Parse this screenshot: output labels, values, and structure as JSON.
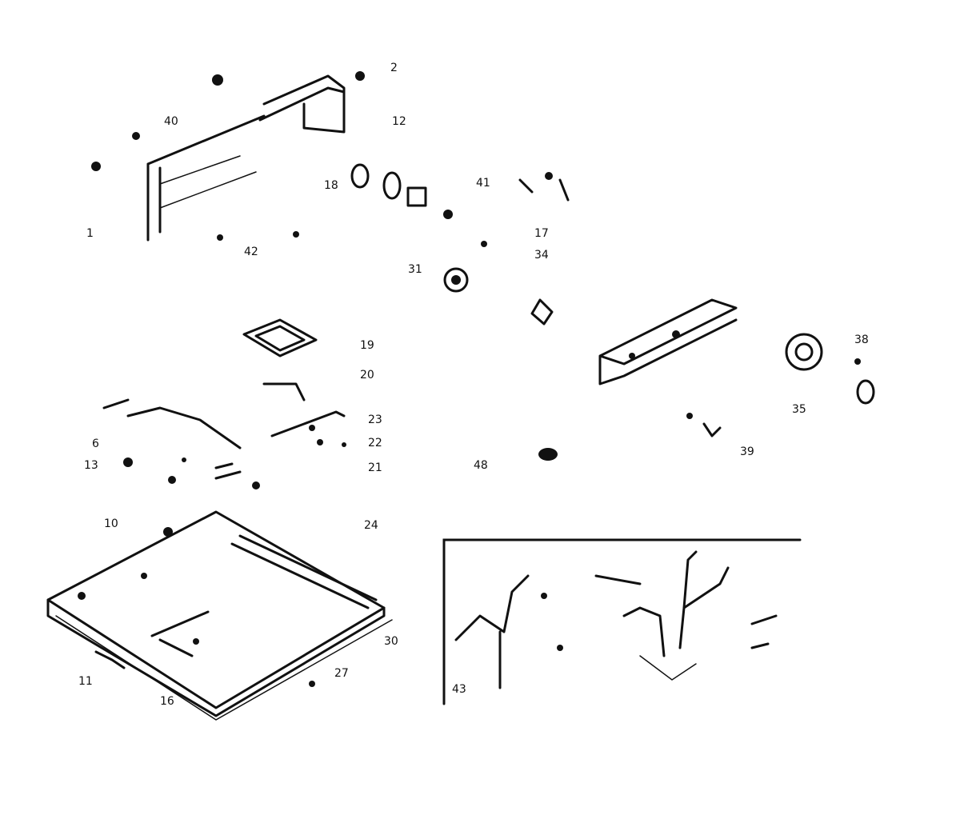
{
  "diagram": {
    "callouts": {
      "c2": "2",
      "c40": "40",
      "c12": "12",
      "c18": "18",
      "c41": "41",
      "c42": "42",
      "c17": "17",
      "c34": "34",
      "c31": "31",
      "c1": "1",
      "c19": "19",
      "c20": "20",
      "c23": "23",
      "c22": "22",
      "c21": "21",
      "c6": "6",
      "c13": "13",
      "c10": "10",
      "c24": "24",
      "c11": "11",
      "c16": "16",
      "c30": "30",
      "c27": "27",
      "c43": "43",
      "c38": "38",
      "c35": "35",
      "c39": "39",
      "c48": "48"
    }
  }
}
